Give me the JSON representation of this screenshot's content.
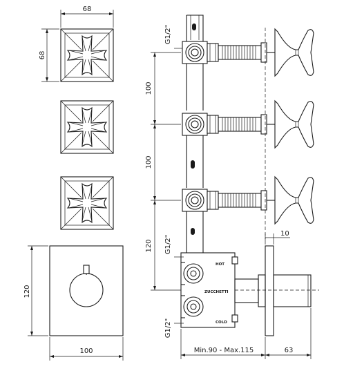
{
  "dimensions": {
    "square_width": "68",
    "square_height": "68",
    "plate_width": "100",
    "plate_height": "120",
    "spacing_top": "100",
    "spacing_middle": "100",
    "spacing_bottom": "120",
    "thread_top": "G1/2\"",
    "thread_mid": "G1/2\"",
    "thread_bottom": "G1/2\"",
    "depth_range": "Min.90 - Max.115",
    "handle_depth": "63",
    "plate_thickness": "10"
  },
  "labels": {
    "hot": "HOT",
    "brand": "ZUCCHETTI",
    "cold": "COLD"
  }
}
